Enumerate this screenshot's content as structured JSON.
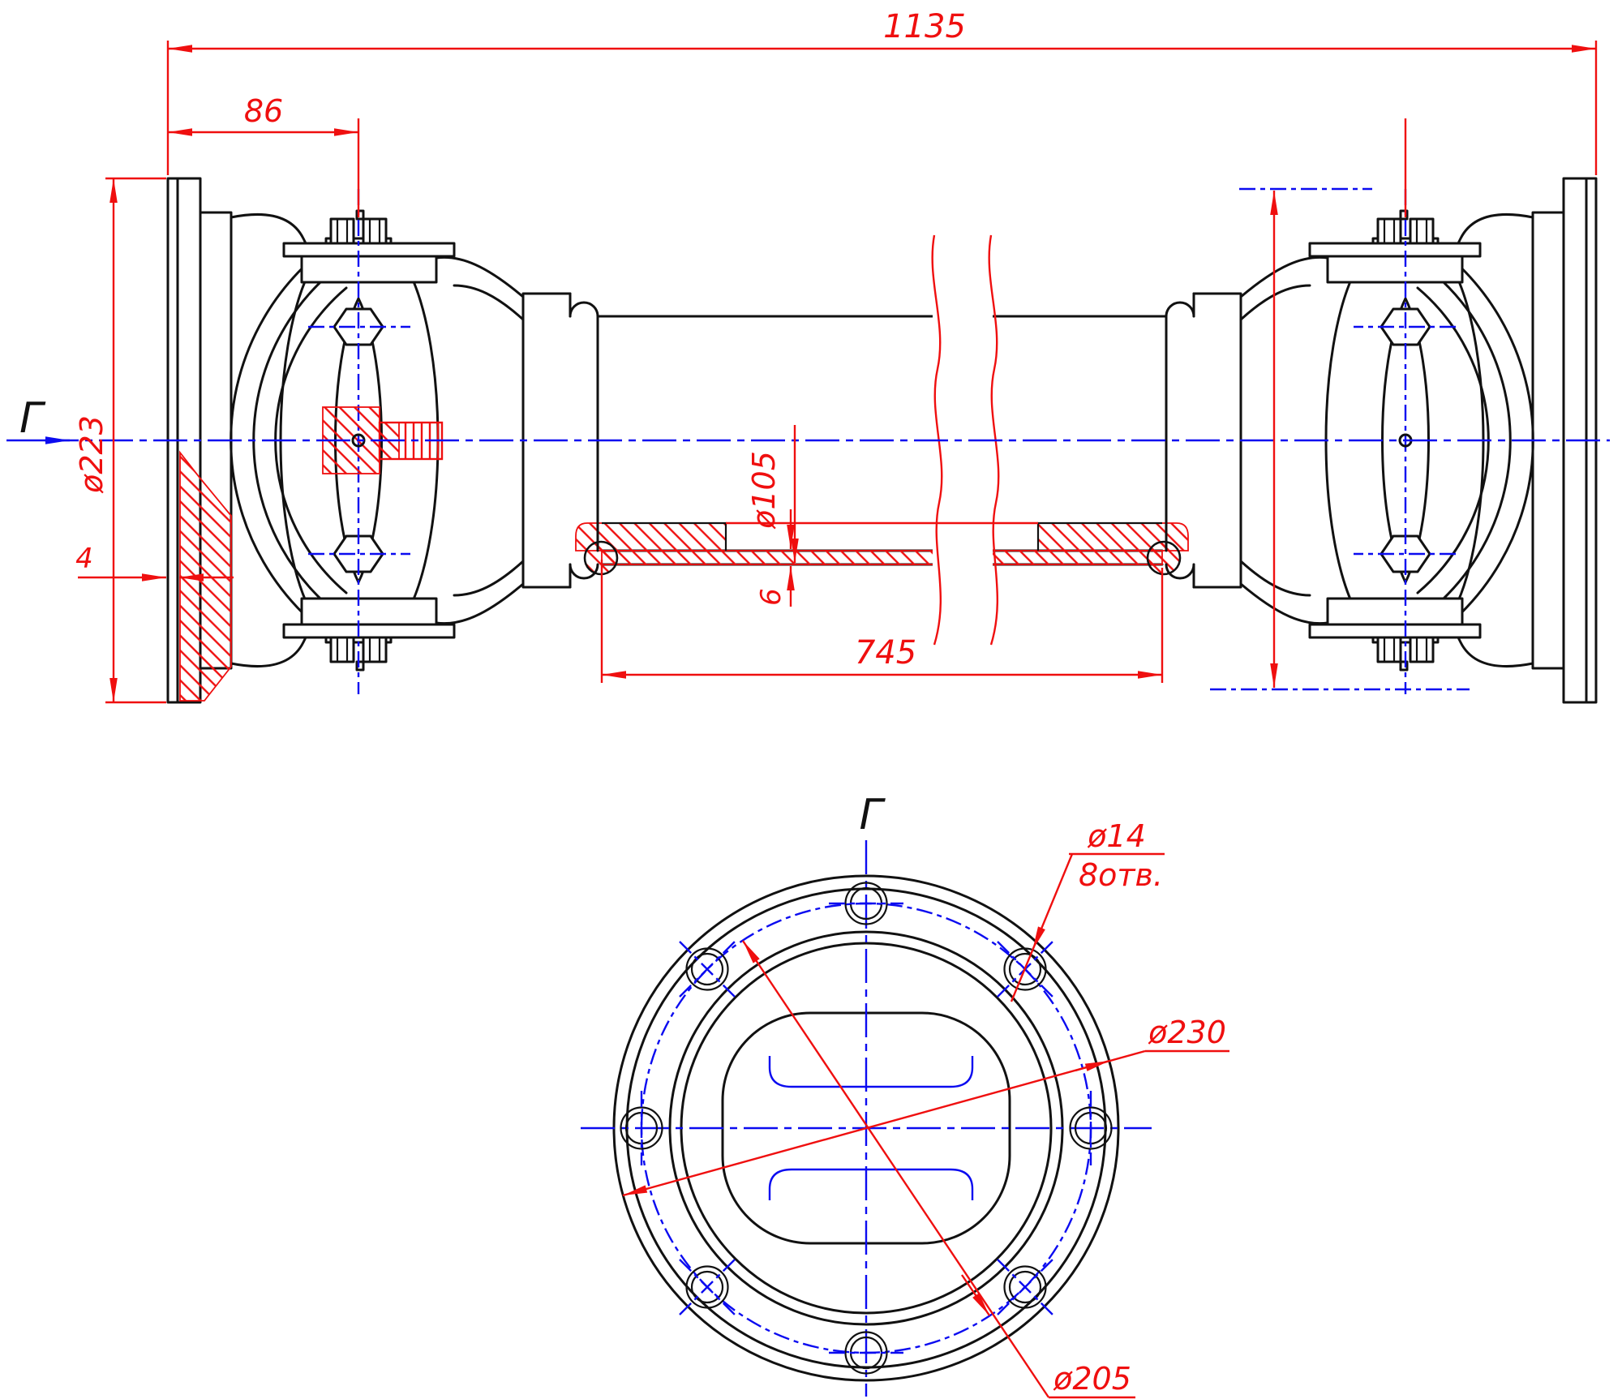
{
  "colors": {
    "outline": "#111111",
    "centerline": "#0b0bf0",
    "dimension": "#ef0f0f"
  },
  "side_view": {
    "overall_length": "1135",
    "flange_to_joint": "86",
    "flange_diameter": "ø223",
    "tube_diameter": "ø105",
    "tube_wall": "6",
    "tube_length": "745",
    "flange_lip": "4",
    "view_arrow": "Г"
  },
  "flange_view": {
    "title": "Г",
    "outer_diameter": "ø230",
    "bolt_circle": "ø205",
    "hole_diameter": "ø14",
    "hole_count": "8отв."
  }
}
